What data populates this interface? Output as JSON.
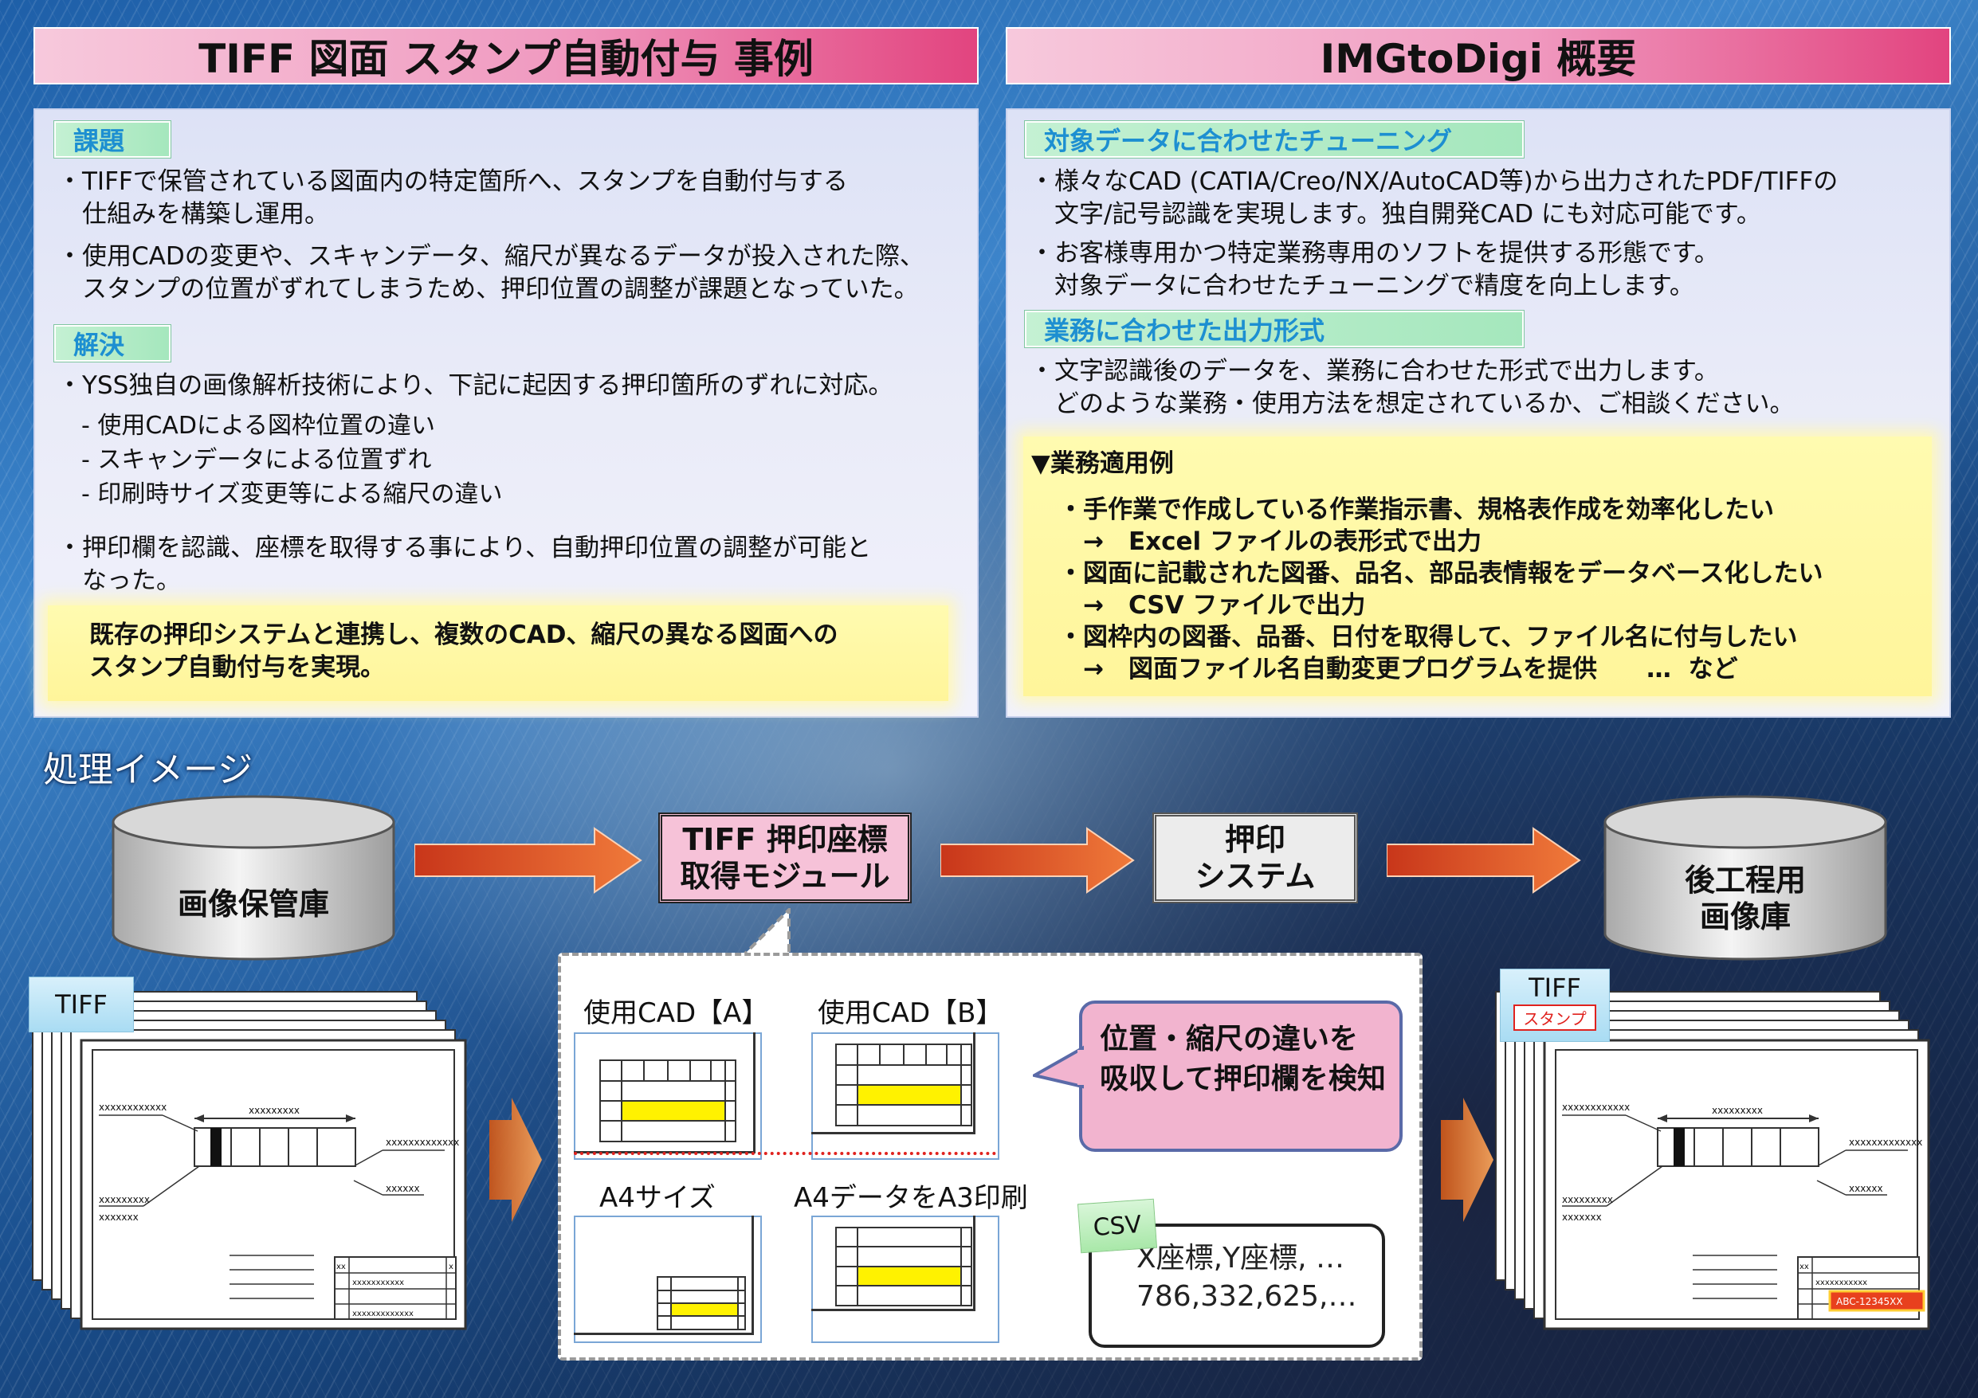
{
  "left": {
    "title": "TIFF 図面 スタンプ自動付与 事例",
    "sections": [
      {
        "label": "課題",
        "lines": [
          "・TIFFで保管されている図面内の特定箇所へ、スタンプを自動付与する",
          "　仕組みを構築し運用。",
          "・使用CADの変更や、スキャンデータ、縮尺が異なるデータが投入された際、",
          "　スタンプの位置がずれてしまうため、押印位置の調整が課題となっていた。"
        ]
      },
      {
        "label": "解決",
        "lines": [
          "・YSS独自の画像解析技術により、下記に起因する押印箇所のずれに対応。",
          "　- 使用CADによる図枠位置の違い",
          "　- スキャンデータによる位置ずれ",
          "　- 印刷時サイズ変更等による縮尺の違い",
          "・押印欄を認識、座標を取得する事により、自動押印位置の調整が可能と",
          "　なった。"
        ]
      }
    ],
    "highlight": [
      "既存の押印システムと連携し、複数のCAD、縮尺の異なる図面への",
      "スタンプ自動付与を実現。"
    ]
  },
  "right": {
    "title": "IMGtoDigi 概要",
    "sections": [
      {
        "label": "対象データに合わせたチューニング",
        "lines": [
          "・様々なCAD (CATIA/Creo/NX/AutoCAD等)から出力されたPDF/TIFFの",
          "　文字/記号認識を実現します。独自開発CAD にも対応可能です。",
          "・お客様専用かつ特定業務専用のソフトを提供する形態です。",
          "　対象データに合わせたチューニングで精度を向上します。"
        ]
      },
      {
        "label": "業務に合わせた出力形式",
        "lines": [
          "・文字認識後のデータを、業務に合わせた形式で出力します。",
          "　どのような業務・使用方法を想定されているか、ご相談ください。"
        ]
      }
    ],
    "examples_title": "▼業務適用例",
    "examples": [
      "・手作業で作成している作業指示書、規格表作成を効率化したい",
      "　→　Excel ファイルの表形式で出力",
      "・図面に記載された図番、品名、部品表情報をデータベース化したい",
      "　→　CSV ファイルで出力",
      "・図枠内の図番、品番、日付を取得して、ファイル名に付与したい",
      "　→　図面ファイル名自動変更プログラムを提供　　…  など"
    ]
  },
  "process": {
    "title": "処理イメージ",
    "db_source": "画像保管庫",
    "module": [
      "TIFF 押印座標",
      "取得モジュール"
    ],
    "system": [
      "押印",
      "システム"
    ],
    "db_dest": [
      "後工程用",
      "画像庫"
    ]
  },
  "callout": {
    "cad_a": "使用CAD【A】",
    "cad_b": "使用CAD【B】",
    "a4": "A4サイズ",
    "a4_to_a3": "A4データをA3印刷",
    "bubble": [
      "位置・縮尺の違いを",
      "吸収して押印欄を検知"
    ],
    "csv_tag": "CSV",
    "csv_lines": [
      "X座標,Y座標, …",
      "786,332,625,…"
    ]
  },
  "tiff_left": {
    "tag": "TIFF"
  },
  "tiff_right": {
    "tag": "TIFF",
    "stamp": "スタンプ",
    "stamp_text": "ABC-12345XX"
  },
  "drawing": {
    "dim": "xxxxxxxxx",
    "callout_top_left": "xxxxxxxxxxxx",
    "callout_right": "xxxxxxxxxxxxx",
    "callout_right2": "xxxxxx",
    "callout_bl1": "xxxxxxxxx",
    "callout_bl2": "xxxxxxx",
    "cell": "xx",
    "long": "xxxxxxxxxxx",
    "longer": "xxxxxxxxxxxxx",
    "x": "x"
  },
  "colors": {
    "accent_pink": "#e2447f",
    "label_green": "#a5e7bd",
    "label_text": "#1d8fd1",
    "highlight_yellow": "#fff59a",
    "arrow": "#e2542a"
  }
}
